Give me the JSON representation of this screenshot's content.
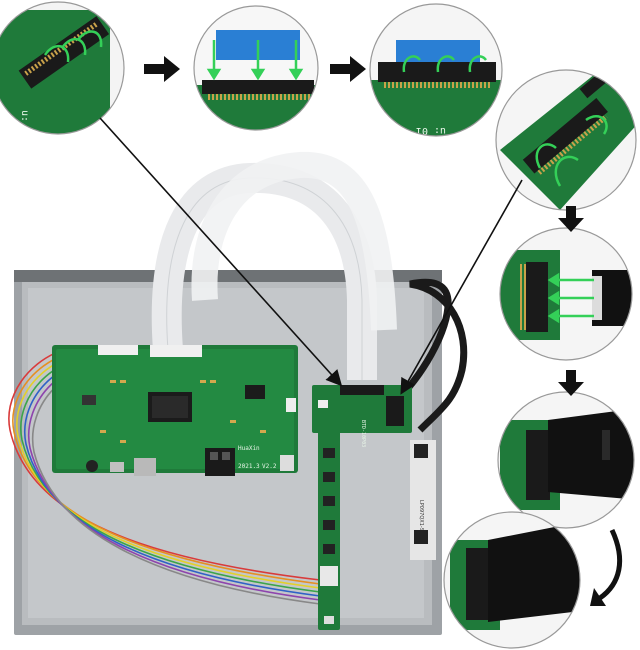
{
  "board_labels": {
    "main_board_version": "V2.2",
    "main_board_name": "HuaXin",
    "main_board_date": "2021.3",
    "adapter_label": "BTD-10P03",
    "zoom_connector_label": "u: 01",
    "zoom_connector_label_2": "u: 01",
    "panel_side_text": "LP097QX1-SPA1"
  },
  "colors": {
    "pcb_green": "#1f7a3a",
    "arrow_black": "#111111",
    "guide_green": "#34d058",
    "ribbon_blue": "#2a7fd4",
    "panel_silver": "#b9bcbf"
  },
  "icons": {
    "step_arrow": "arrow-right-icon",
    "down_arrow": "arrow-down-icon",
    "curve_arrow": "curved-arrow-icon"
  }
}
